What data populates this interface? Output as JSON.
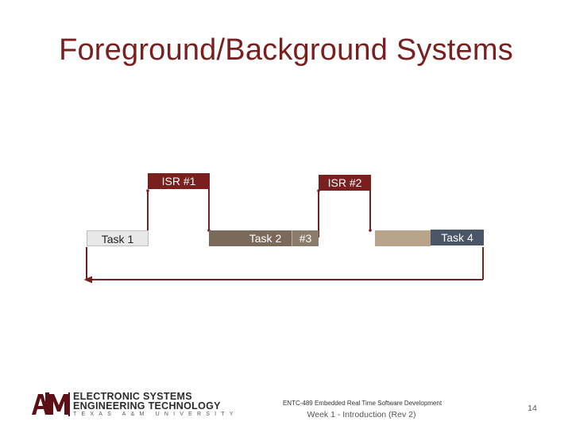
{
  "slide": {
    "title": "Foreground/Background Systems",
    "page_number": "14"
  },
  "diagram": {
    "isr1": "ISR #1",
    "isr2": "ISR #2",
    "task1": "Task 1",
    "task2": "Task 2",
    "task3": "#3",
    "task4": "Task 4"
  },
  "logo": {
    "line1": "ELECTRONIC SYSTEMS",
    "line2": "ENGINEERING TECHNOLOGY",
    "line3": "TEXAS A&M UNIVERSITY",
    "mark": "A|M"
  },
  "footer": {
    "course": "ENTC-489 Embedded Real Time Software Development",
    "lecture": "Week 1 - Introduction (Rev 2)"
  },
  "colors": {
    "title": "#7a1f1f",
    "isr": "#7a1f1f",
    "task1": "#e8e8e8",
    "task2": "#7b6a5a",
    "task3": "#b8a48a",
    "task4": "#4a5568",
    "line": "#7a1f1f"
  }
}
